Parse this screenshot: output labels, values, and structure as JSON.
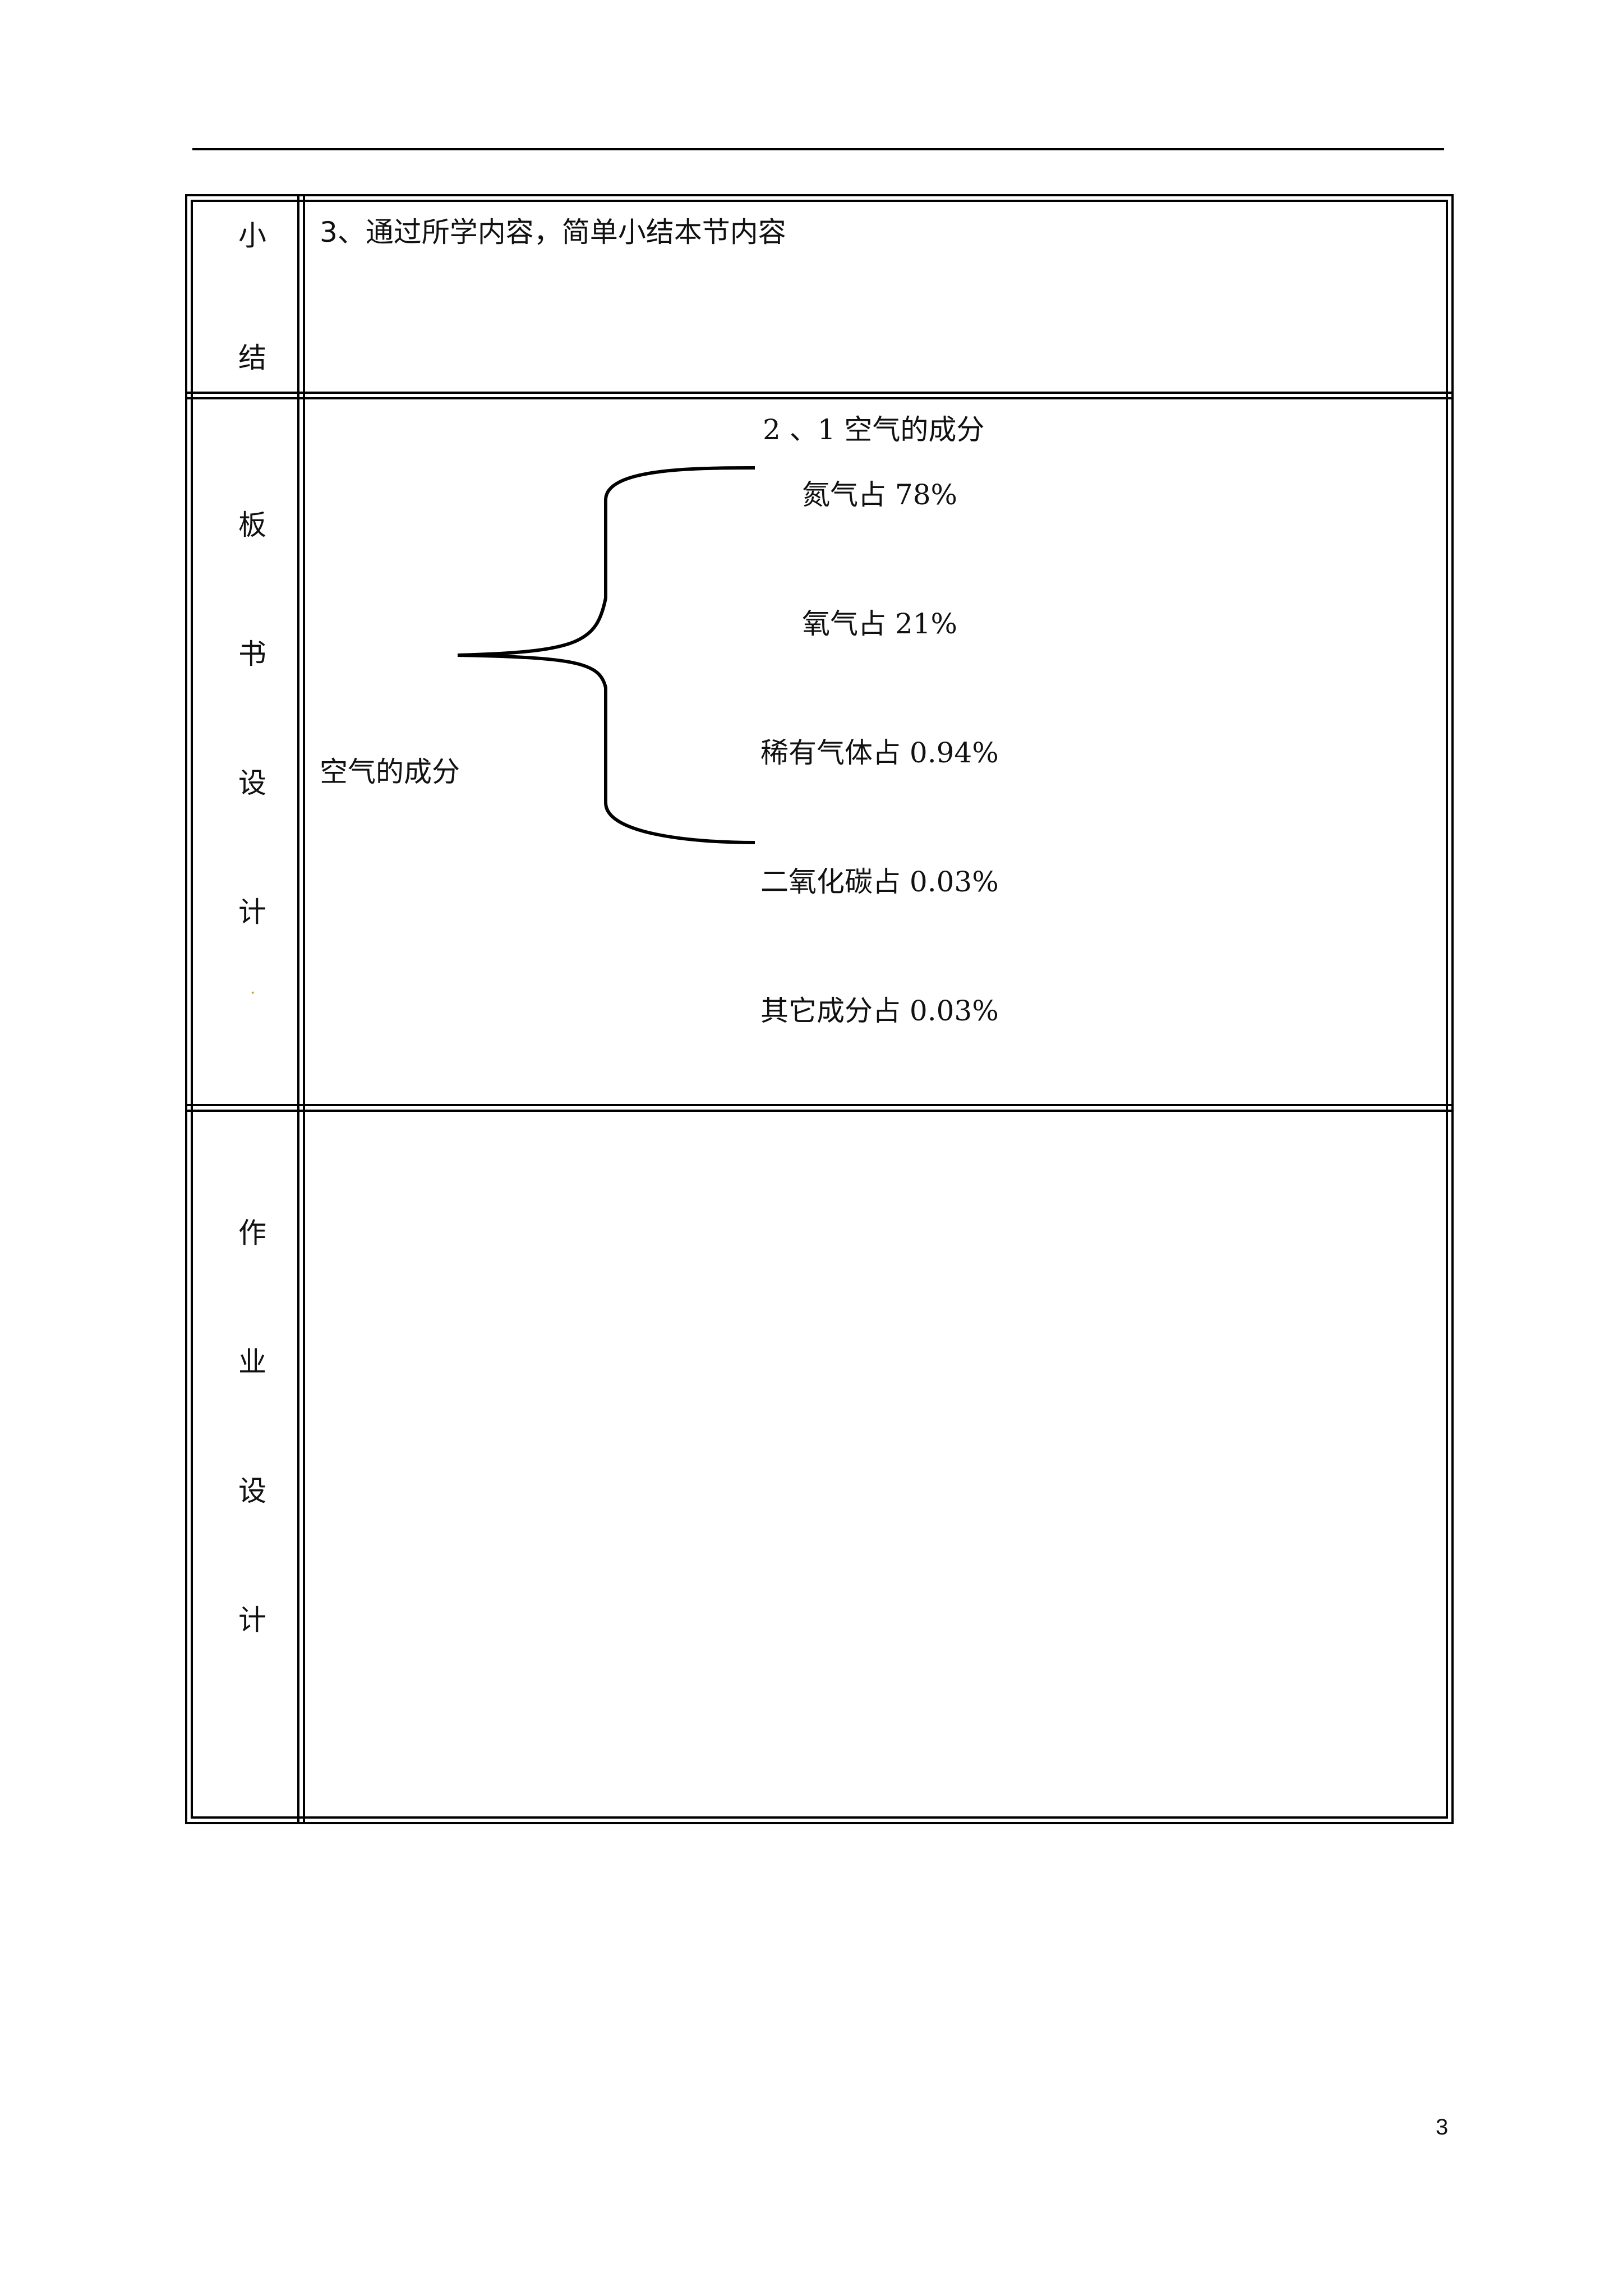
{
  "summary": {
    "label_chars": [
      "小",
      "结"
    ],
    "text": "3、通过所学内容，简单小结本节内容"
  },
  "board_design": {
    "label_chars": [
      "板",
      "书",
      "设",
      "计"
    ],
    "title": "2 、1 空气的成分",
    "root": "空气的成分",
    "items": [
      "氮气占 78%",
      "氧气占 21%",
      "稀有气体占 0.94%",
      "二氧化碳占 0.03%",
      "其它成分占 0.03%"
    ]
  },
  "homework_design": {
    "label_chars": [
      "作",
      "业",
      "设",
      "计"
    ]
  },
  "page_number": "3"
}
